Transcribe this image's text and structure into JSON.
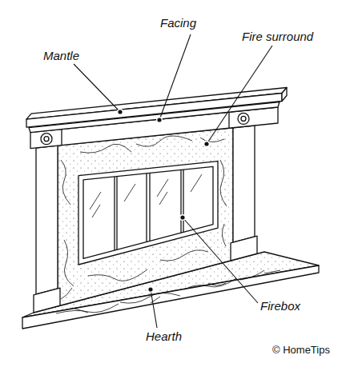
{
  "diagram": {
    "labels": [
      "Facing",
      "Mantle",
      "Fire surround",
      "Firebox",
      "Hearth",
      "© HomeTips"
    ]
  }
}
